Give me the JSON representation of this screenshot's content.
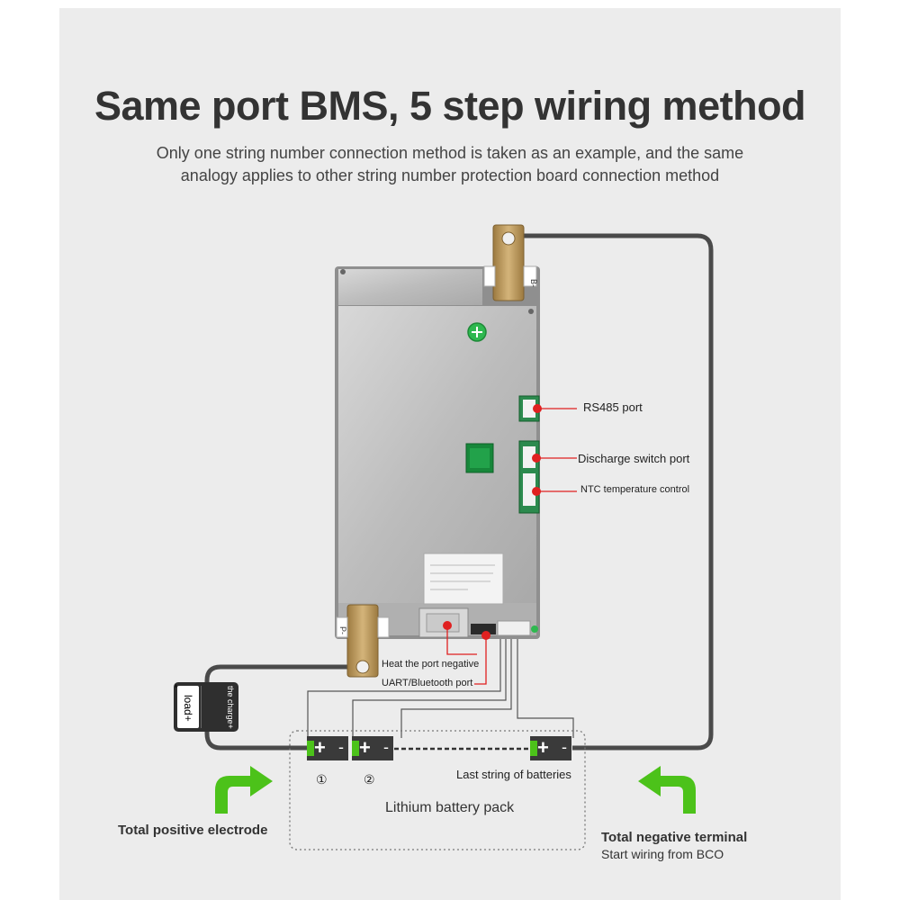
{
  "header": {
    "title": "Same port BMS, 5 step wiring method",
    "subtitle_line1": "Only one string number connection method is taken as an example, and the same",
    "subtitle_line2": "analogy applies to other string number protection board connection method"
  },
  "board": {
    "bottom_terminal_label": "P-",
    "top_terminal_label": "B-"
  },
  "callouts": {
    "rs485": "RS485 port",
    "discharge_switch": "Discharge switch port",
    "ntc": "NTC temperature control",
    "heat_port": "Heat the port negative",
    "uart_bluetooth": "UART/Bluetooth port"
  },
  "load_box": {
    "minus": "-",
    "load": "load+",
    "charge": "the charge+"
  },
  "battery_pack": {
    "label": "Lithium battery pack",
    "cell1_number": "①",
    "cell2_number": "②",
    "last_string": "Last string of batteries",
    "plus_sign": "+",
    "minus_sign": "-"
  },
  "terminals": {
    "positive": "Total positive electrode",
    "negative": "Total negative terminal",
    "negative_note": "Start wiring from BCO"
  },
  "colors": {
    "panel_bg": "#ececec",
    "wire": "#4a4a4a",
    "accent_red": "#e02020",
    "arrow_green": "#4cc21a",
    "board_metal": "#bdbdbd",
    "copper": "#b8955a"
  }
}
